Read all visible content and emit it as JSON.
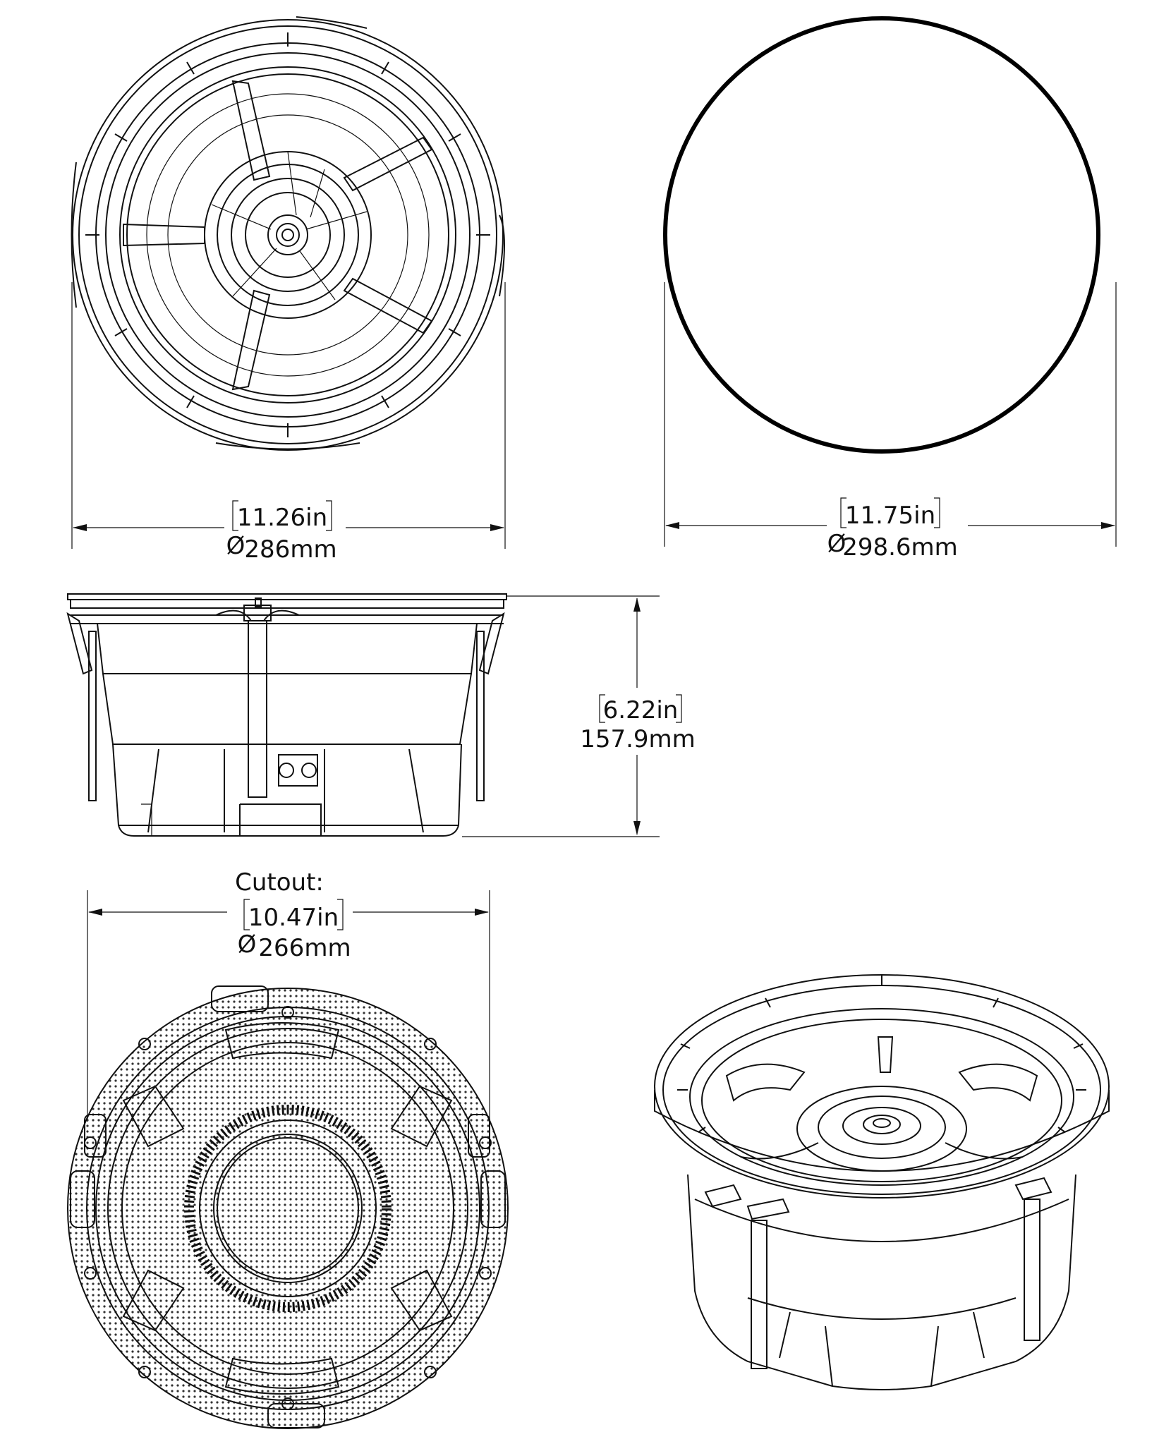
{
  "dimensions": {
    "front_width": {
      "imperial": "11.26in",
      "metric": "286mm",
      "prefix": "Ø"
    },
    "grille_width": {
      "imperial": "11.75in",
      "metric": "298.6mm",
      "prefix": "Ø"
    },
    "depth": {
      "imperial": "6.22in",
      "metric": "157.9mm"
    },
    "cutout": {
      "label": "Cutout:",
      "imperial": "10.47in",
      "metric": "266mm",
      "prefix": "Ø"
    }
  },
  "colors": {
    "line": "#111111",
    "background": "#ffffff"
  }
}
